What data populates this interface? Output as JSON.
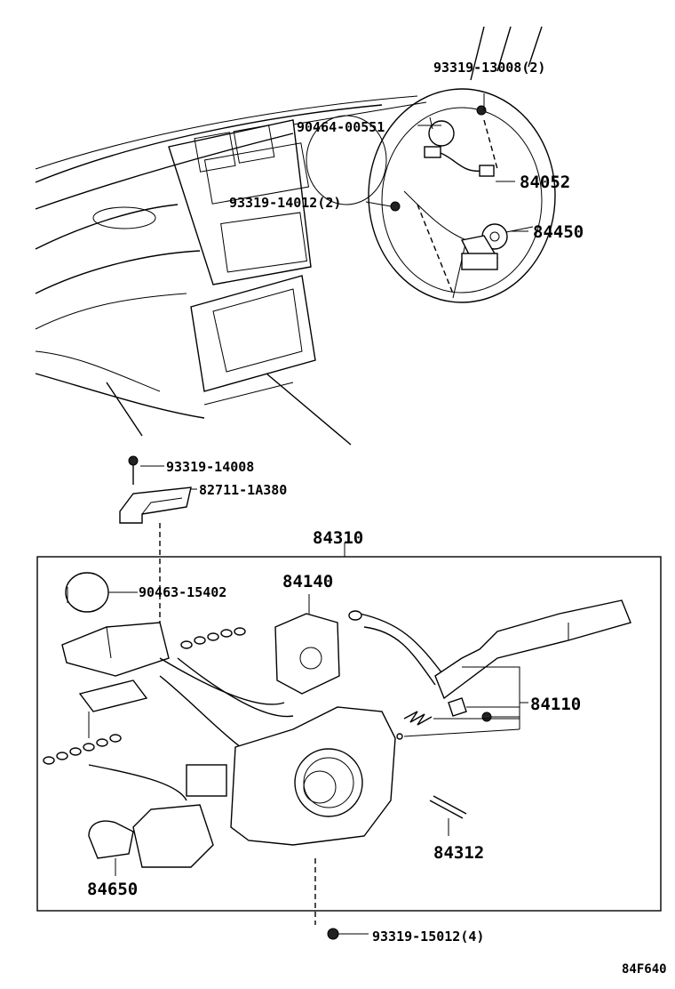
{
  "parts": {
    "p93319_13008": "93319-13008(2)",
    "p90464_00551": "90464-00551",
    "p84052": "84052",
    "p93319_14012": "93319-14012(2)",
    "p84450": "84450",
    "p93319_14008": "93319-14008",
    "p82711_1A380": "82711-1A380",
    "p84310": "84310",
    "p90463_15402": "90463-15402",
    "p84140": "84140",
    "p84110": "84110",
    "p84312": "84312",
    "p84650": "84650",
    "p93319_15012": "93319-15012(4)"
  },
  "diagram_code": "84F640"
}
